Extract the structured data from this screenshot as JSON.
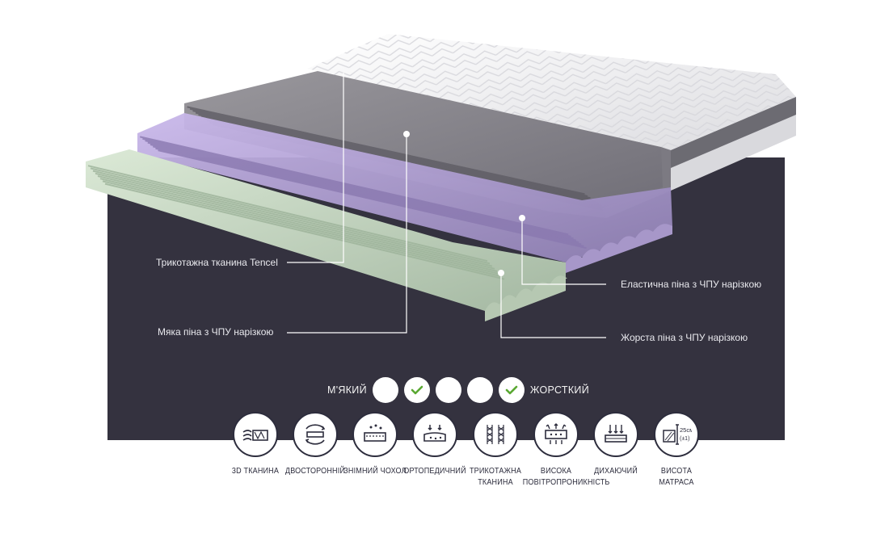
{
  "callouts": {
    "tencel": "Трикотажна тканина Tencel",
    "soft_foam": "Мяка піна з ЧПУ нарізкою",
    "elastic_foam": "Еластична піна з ЧПУ нарізкою",
    "hard_foam": "Жорста піна з ЧПУ нарізкою"
  },
  "firmness": {
    "soft_label": "М'ЯКИЙ",
    "hard_label": "ЖОРСТКИЙ",
    "scale": 5,
    "checked_levels": [
      2,
      5
    ],
    "check_color": "#5aa832"
  },
  "features": [
    {
      "label": "3D ТКАНИНА",
      "icon": "3d-fabric-icon"
    },
    {
      "label": "ДВОСТОРОННІЙ",
      "icon": "double-sided-icon"
    },
    {
      "label": "ЗНІМНИЙ ЧОХОЛ",
      "icon": "removable-cover-icon"
    },
    {
      "label": "ОРТОПЕДИЧНИЙ",
      "icon": "orthopedic-icon"
    },
    {
      "label": "ТРИКОТАЖНА ТКАНИНА",
      "icon": "knitted-fabric-icon"
    },
    {
      "label": "ВИСОКА ПОВІТРОПРОНИКНІСТЬ",
      "icon": "air-permeability-icon"
    },
    {
      "label": "ДИХАЮЧИЙ",
      "icon": "breathable-icon"
    },
    {
      "label": "ВИСОТА МАТРАСА",
      "icon": "mattress-height-icon",
      "value": "25см",
      "tolerance": "(±1)"
    }
  ],
  "colors": {
    "backdrop": "#34323f",
    "cover": "#f1f1f3",
    "grey_foam": "#8d8a91",
    "purple_foam": "#b6a6d4",
    "green_foam": "#c9dcc5"
  }
}
